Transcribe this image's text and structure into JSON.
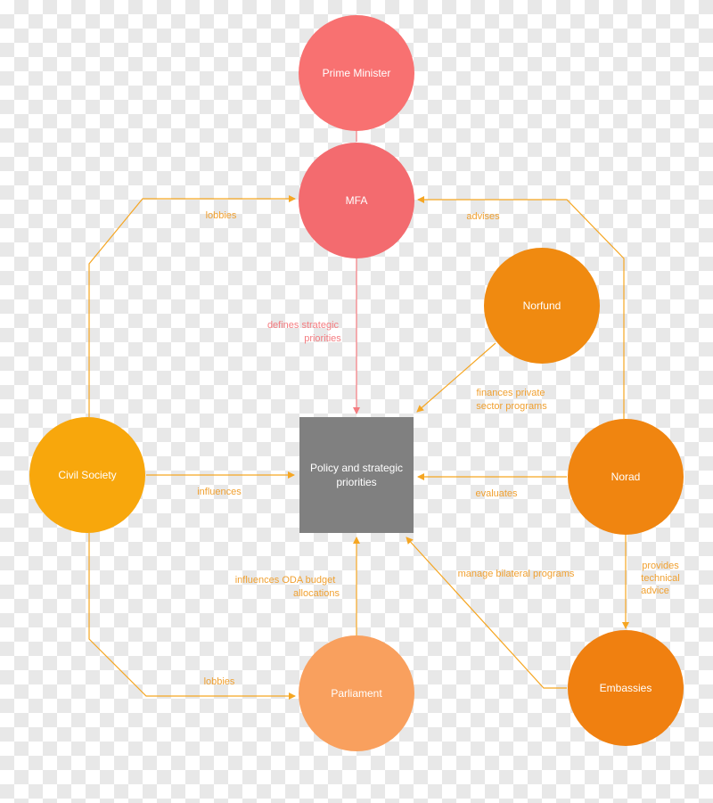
{
  "colors": {
    "edge": "#f5a623",
    "edge_label": "#f0a030",
    "pink_edge": "#f47c80",
    "prime_minister": "#f87171",
    "mfa": "#f36b6f",
    "norfund": "#f08a10",
    "norad": "#f08510",
    "civil_society": "#f8a70c",
    "embassies": "#f08010",
    "parliament": "#f9a05e",
    "policy_box": "#808080"
  },
  "nodes": {
    "prime_minister": "Prime Minister",
    "mfa": "MFA",
    "norfund": "Norfund",
    "civil_society": "Civil Society",
    "norad": "Norad",
    "parliament": "Parliament",
    "embassies": "Embassies",
    "policy_line1": "Policy and strategic",
    "policy_line2": "priorities"
  },
  "edges": {
    "lobbies_top": "lobbies",
    "advises": "advises",
    "defines_line1": "defines strategic",
    "defines_line2": "priorities",
    "finances_line1": "finances private",
    "finances_line2": "sector programs",
    "influences": "influences",
    "evaluates": "evaluates",
    "oda_line1": "influences  ODA budget",
    "oda_line2": "allocations",
    "manage": "manage bilateral programs",
    "provides_line1": "provides",
    "provides_line2": "technical",
    "provides_line3": "advice",
    "lobbies_bottom": "lobbies"
  }
}
